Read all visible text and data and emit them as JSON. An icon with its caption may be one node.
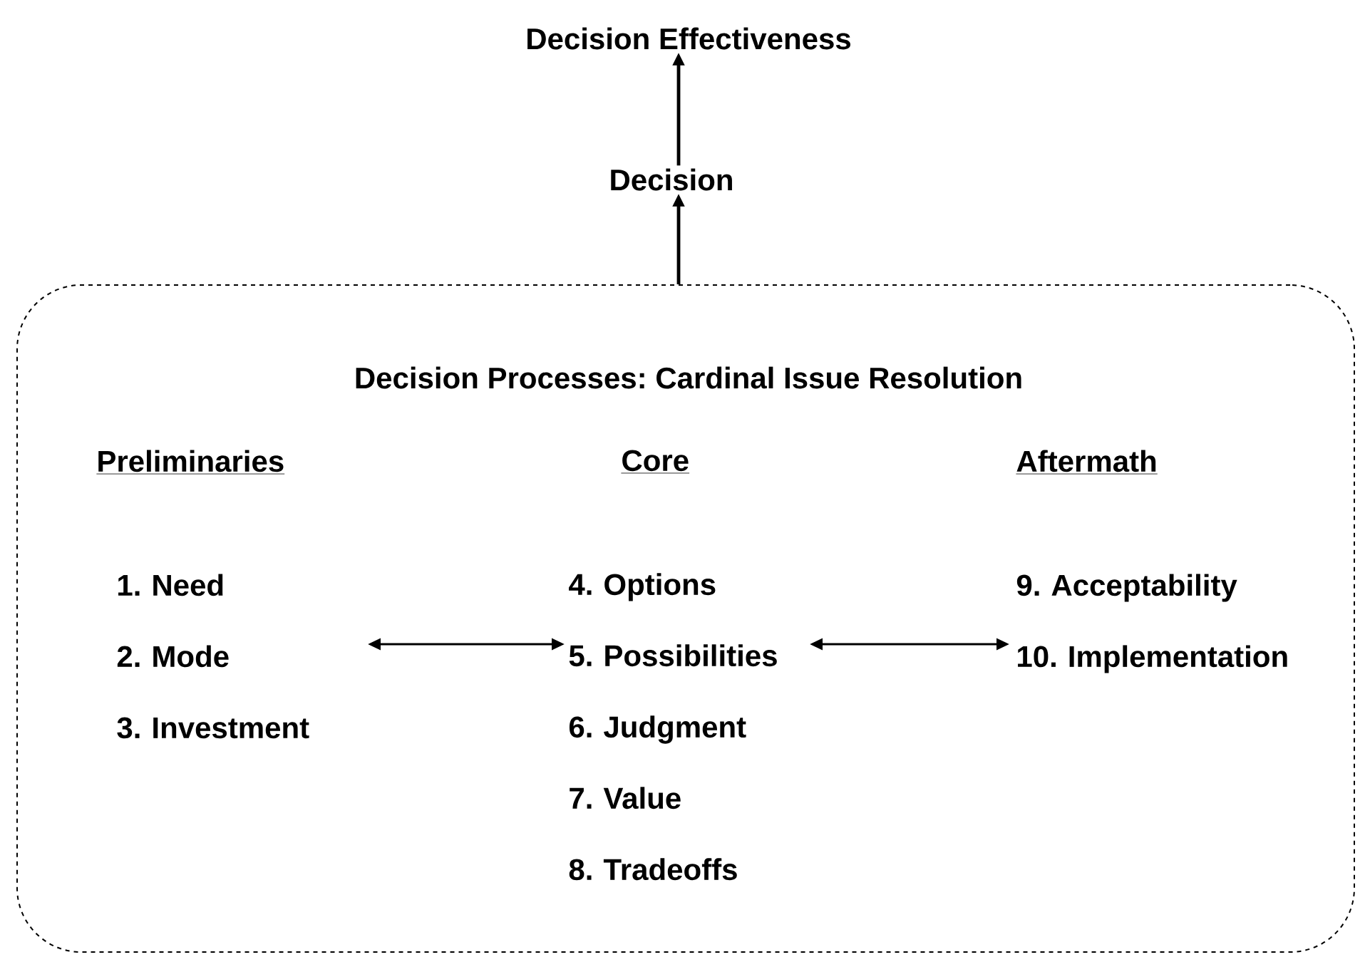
{
  "diagram": {
    "nodes": [
      {
        "text": [
          "Decision Effectiveness"
        ]
      },
      {
        "text": [
          "Decision"
        ]
      },
      {
        "text": [
          "Decision Processes: Cardinal Issue Resolution"
        ]
      },
      {
        "text": [
          "Preliminaries",
          "1. Need",
          "2. Mode",
          "3. Investment"
        ],
        "in": 2
      },
      {
        "text": [
          "Core",
          "4. Options",
          "5. Possibilities",
          "6. Judgment",
          "7. Value",
          "8. Tradeoffs"
        ],
        "in": 2
      },
      {
        "text": [
          "Aftermath",
          "9. Acceptability",
          "10. Implementation"
        ],
        "in": 2
      }
    ],
    "edges": [
      {
        "from": 1,
        "to": 0,
        "arrow": "to"
      },
      {
        "from": 2,
        "to": 1,
        "arrow": "to"
      },
      {
        "from": 3,
        "to": 4,
        "arrow": "both"
      },
      {
        "from": 4,
        "to": 5,
        "arrow": "both"
      }
    ]
  }
}
